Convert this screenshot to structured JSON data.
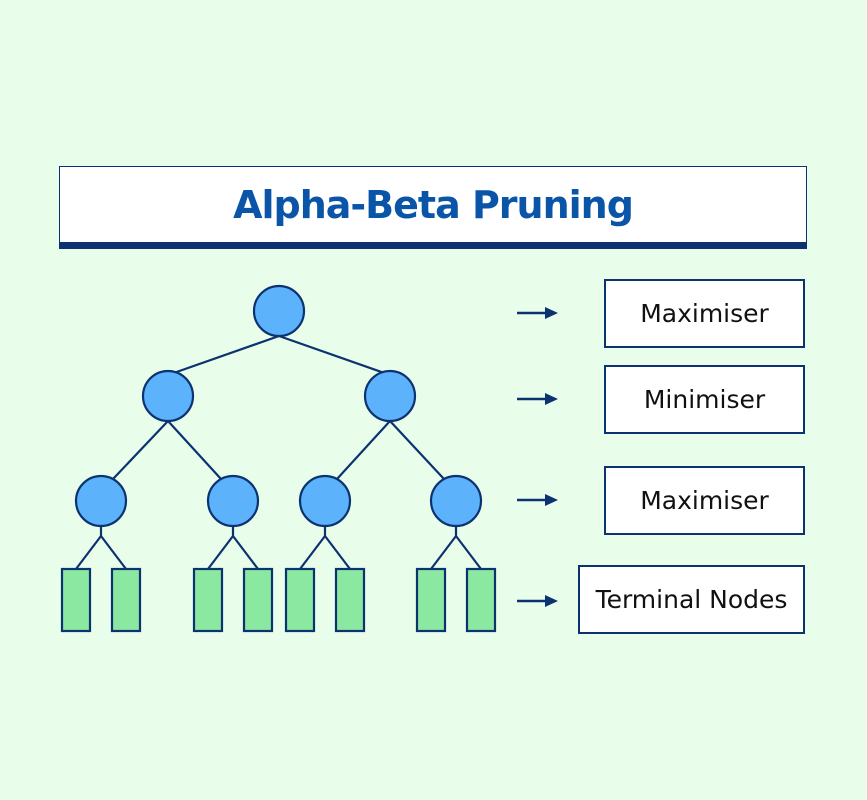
{
  "header": {
    "title": "Alpha-Beta Pruning"
  },
  "colors": {
    "background": "#e8fdea",
    "node_fill": "#5cb2fb",
    "leaf_fill": "#8be8a1",
    "stroke": "#0d3270",
    "title": "#0a55a8"
  },
  "tree": {
    "levels": [
      {
        "name": "root",
        "type": "max",
        "count": 1
      },
      {
        "name": "level-1",
        "type": "min",
        "count": 2
      },
      {
        "name": "level-2",
        "type": "max",
        "count": 4
      },
      {
        "name": "terminal",
        "type": "leaf",
        "count": 8
      }
    ]
  },
  "legend": [
    {
      "label": "Maximiser",
      "icon": "arrow-right-icon"
    },
    {
      "label": "Minimiser",
      "icon": "arrow-right-icon"
    },
    {
      "label": "Maximiser",
      "icon": "arrow-right-icon"
    },
    {
      "label": "Terminal Nodes",
      "icon": "arrow-right-icon"
    }
  ]
}
